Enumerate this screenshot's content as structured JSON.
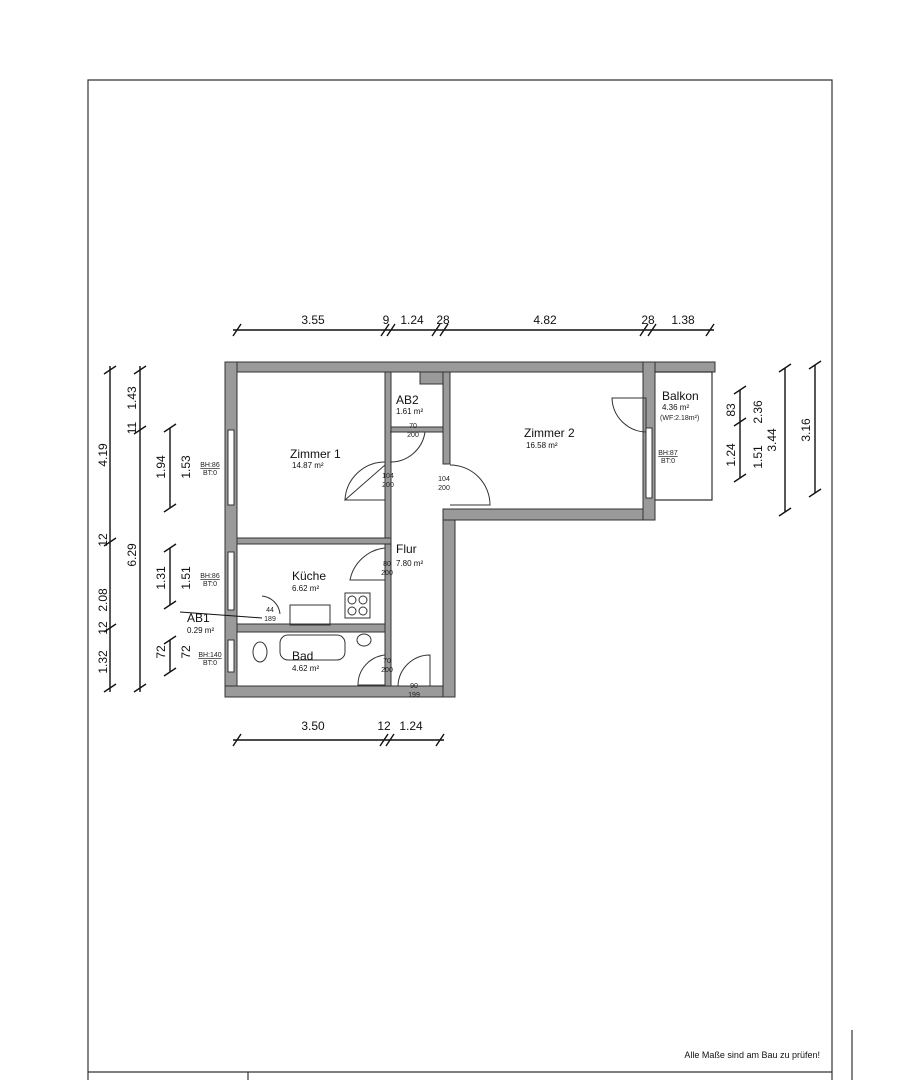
{
  "rooms": {
    "zimmer1": {
      "name": "Zimmer 1",
      "area": "14.87 m²"
    },
    "ab2": {
      "name": "AB2",
      "area": "1.61 m²"
    },
    "zimmer2": {
      "name": "Zimmer 2",
      "area": "16.58 m²"
    },
    "balkon": {
      "name": "Balkon",
      "area": "4.36 m²",
      "wf": "(WF:2.18m²)"
    },
    "flur": {
      "name": "Flur",
      "area": "7.80 m²"
    },
    "kueche": {
      "name": "Küche",
      "area": "6.62 m²"
    },
    "ab1": {
      "name": "AB1",
      "area": "0.29 m²"
    },
    "bad": {
      "name": "Bad",
      "area": "4.62 m²"
    }
  },
  "dims": {
    "top": [
      "3.55",
      "9",
      "1.24",
      "28",
      "4.82",
      "28",
      "1.38"
    ],
    "bottom": [
      "3.50",
      "12",
      "1.24"
    ],
    "left_outer": [
      "4.19",
      "12",
      "2.08",
      "12",
      "1.32"
    ],
    "left_mid": [
      "1.43",
      "11",
      "6.29"
    ],
    "left_w1": [
      "1.94",
      "1.53"
    ],
    "left_w2": [
      "1.31",
      "1.51"
    ],
    "left_w3": [
      "72",
      "72"
    ],
    "right": [
      "83",
      "1.24",
      "2.36",
      "1.51",
      "3.44",
      "3.16"
    ]
  },
  "windows": [
    {
      "bh": "BH:86",
      "bt": "BT:0"
    },
    {
      "bh": "BH:86",
      "bt": "BT:0"
    },
    {
      "bh": "BH:140",
      "bt": "BT:0"
    },
    {
      "bh": "BH:87",
      "bt": "BT:0"
    }
  ],
  "doors": [
    {
      "w": "70",
      "h": "200"
    },
    {
      "w": "104",
      "h": "200"
    },
    {
      "w": "104",
      "h": "200"
    },
    {
      "w": "80",
      "h": "200"
    },
    {
      "w": "70",
      "h": "200"
    },
    {
      "w": "90",
      "h": "199"
    },
    {
      "w": "44",
      "h": "189"
    }
  ],
  "footer": {
    "note": "Alle Maße sind am Bau zu prüfen!"
  }
}
